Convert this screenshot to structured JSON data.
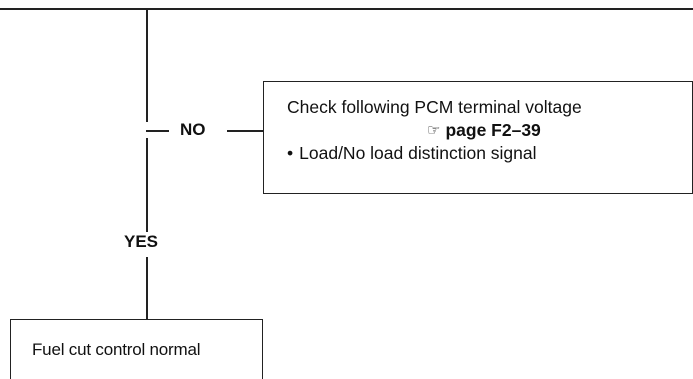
{
  "decision": {
    "no_label": "NO",
    "yes_label": "YES"
  },
  "check_box": {
    "line1": "Check following PCM terminal voltage",
    "ref_icon": "☞",
    "ref_icon_name": "page-reference-icon",
    "ref_text": "page F2–39",
    "bullet": "•",
    "item1": "Load/No load distinction signal"
  },
  "result_box": {
    "text": "Fuel cut control normal"
  },
  "colors": {
    "line": "#222222",
    "background": "#ffffff",
    "text": "#111111"
  }
}
